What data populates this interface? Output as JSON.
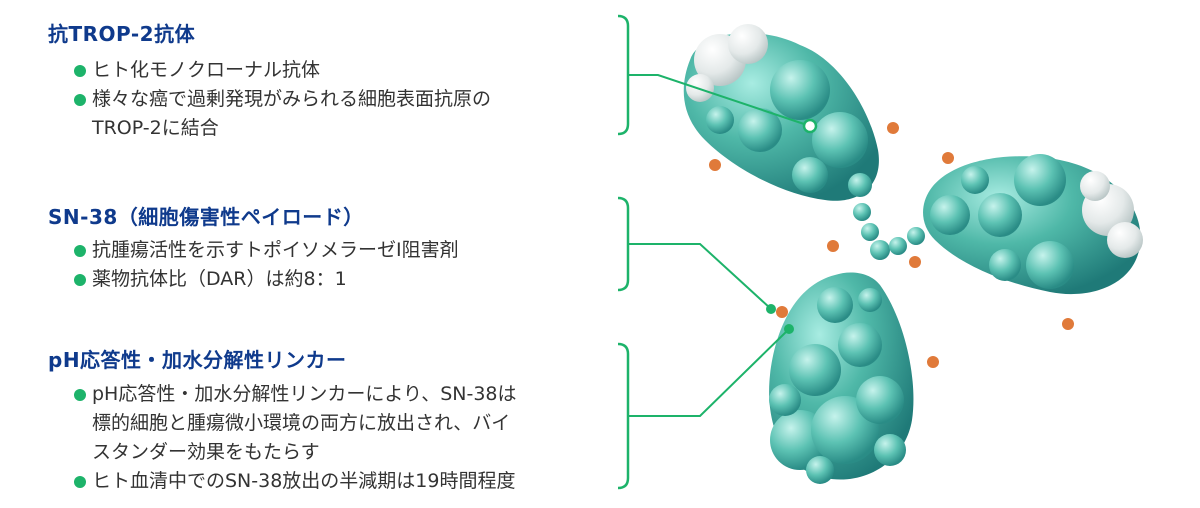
{
  "sections": [
    {
      "title": "抗TROP-2抗体",
      "bullets": [
        "ヒト化モノクローナル抗体",
        "様々な癌で過剰発現がみられる細胞表面抗原の\nTROP-2に結合"
      ]
    },
    {
      "title": "SN-38（細胞傷害性ペイロード）",
      "bullets": [
        "抗腫瘍活性を示すトポイソメラーゼI阻害剤",
        "薬物抗体比（DAR）は約8：1"
      ]
    },
    {
      "title": "pH応答性・加水分解性リンカー",
      "bullets": [
        "pH応答性・加水分解性リンカーにより、SN-38は\n標的細胞と腫瘍微小環境の両方に放出され、バイ\nスタンダー効果をもたらす",
        "ヒト血清中でのSN-38放出の半減期は19時間程度"
      ]
    }
  ],
  "colors": {
    "title": "#0f3a8c",
    "bullet": "#1db36a",
    "bracket": "#1db36a",
    "leader": "#1db36a",
    "molecule": "#4fb8a8",
    "molecule_highlight": "#8fded2",
    "molecule_shade": "#2a8c86",
    "cap": "#e8ecec",
    "payload": "#e07a3a"
  },
  "icons": {
    "bullet": "green-dot-icon",
    "molecule": "antibody-drug-conjugate-illustration"
  }
}
